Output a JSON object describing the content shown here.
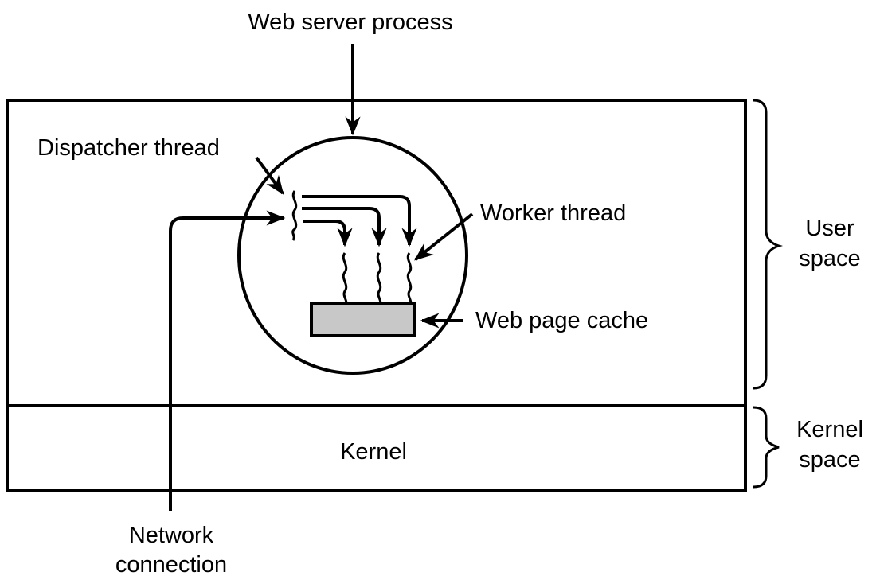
{
  "diagram": {
    "title_label": "Web server process",
    "labels": {
      "dispatcher": "Dispatcher thread",
      "worker": "Worker thread",
      "cache": "Web page cache",
      "kernel": "Kernel",
      "network_line1": "Network",
      "network_line2": "connection",
      "user_space_line1": "User",
      "user_space_line2": "space",
      "kernel_space_line1": "Kernel",
      "kernel_space_line2": "space"
    },
    "colors": {
      "line": "#000000",
      "cache_fill": "#c8c8c8",
      "background": "#ffffff"
    },
    "worker_thread_count": 3
  }
}
